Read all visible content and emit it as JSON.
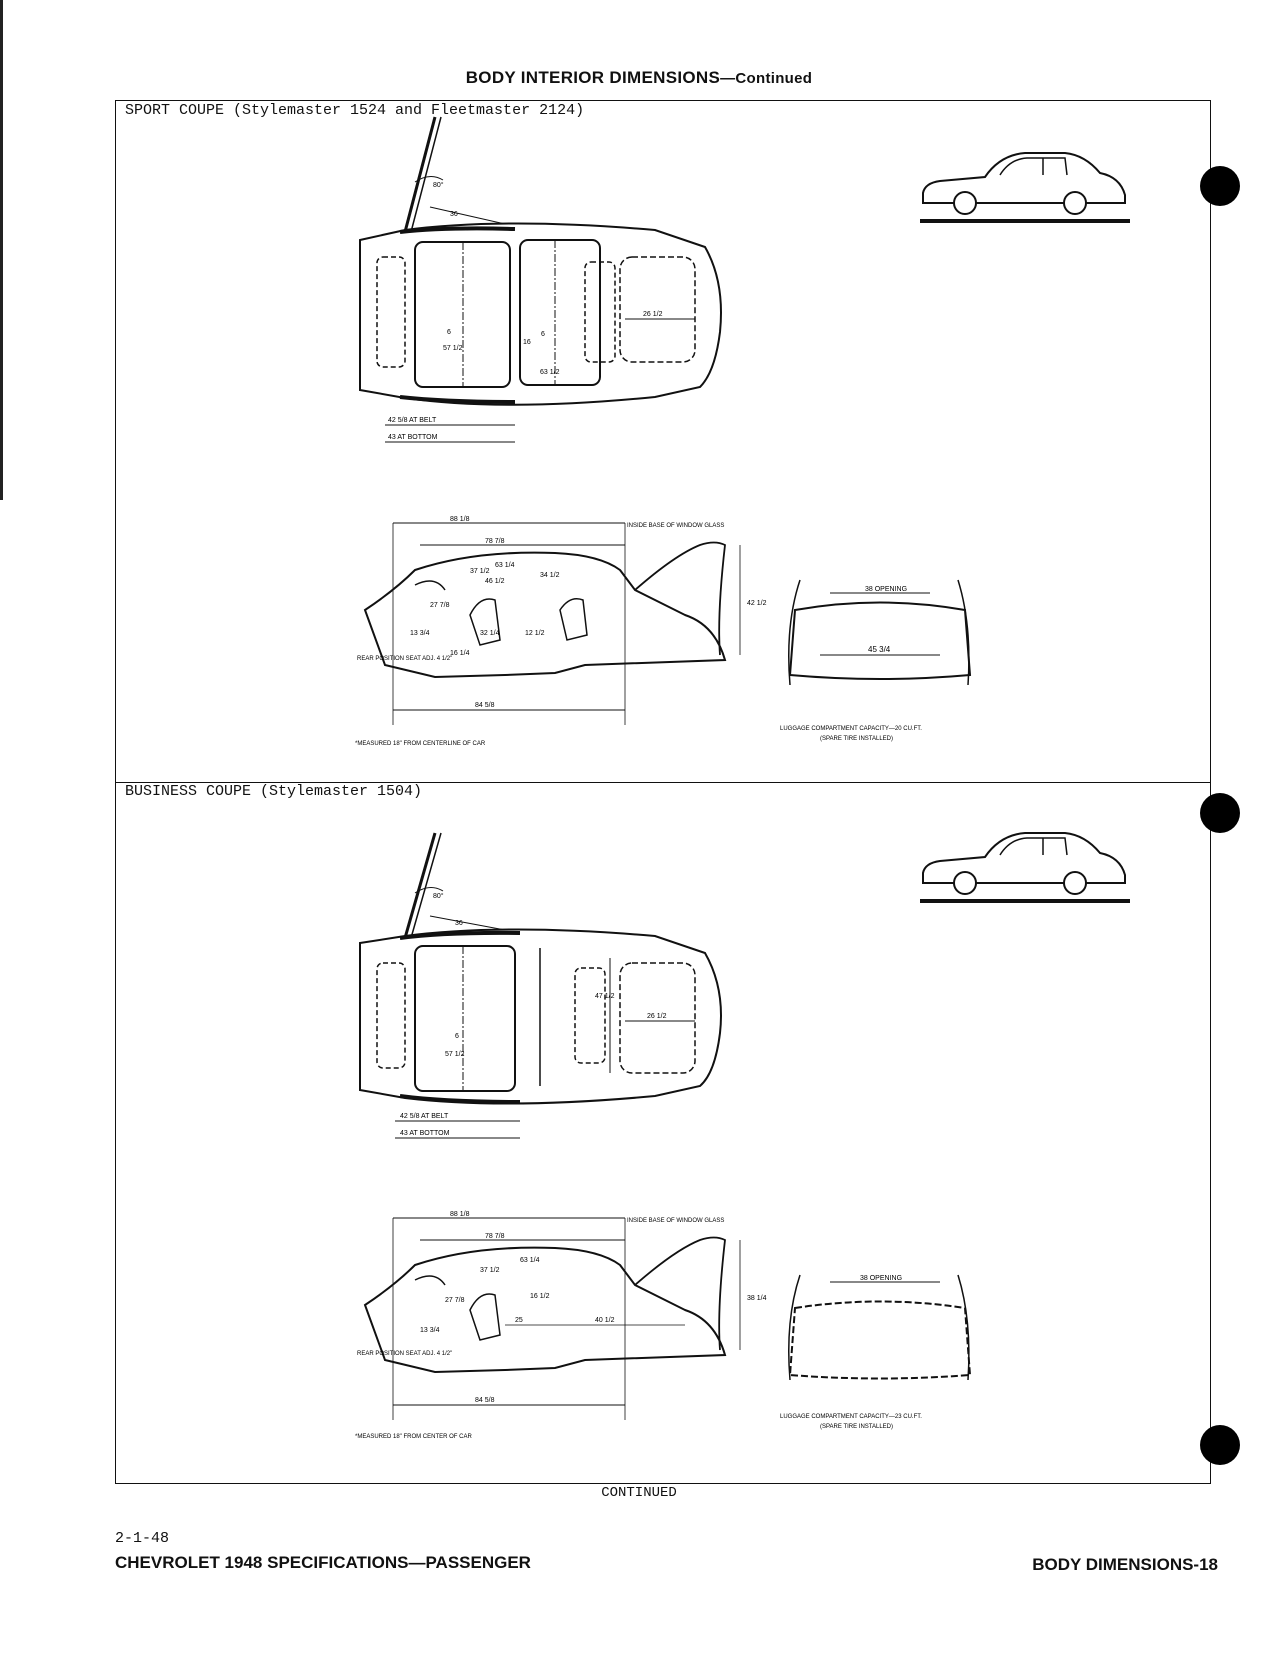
{
  "header": {
    "title": "BODY INTERIOR DIMENSIONS",
    "title_suffix": "—Continued"
  },
  "sections": [
    {
      "heading": "SPORT COUPE (Stylemaster 1524 and Fleetmaster 2124)",
      "plan": {
        "windshield_angle": "80°",
        "windshield": "36",
        "width_at_belt": "42 5/8 AT BELT",
        "width_at_bottom": "43 AT BOTTOM",
        "dims": [
          "6",
          "57 1/2",
          "16",
          "6",
          "63 1/2",
          "26 1/2"
        ]
      },
      "side": {
        "top_overall": "88 1/8",
        "top_inner": "78 7/8",
        "glass_note": "INSIDE BASE OF WINDOW GLASS",
        "bottom_overall": "84 5/8",
        "dims": [
          "37 1/2",
          "63 1/4",
          "46 1/2",
          "34 1/2",
          "27 7/8",
          "13 3/4",
          "32 1/4",
          "12 1/2",
          "16 1/4"
        ],
        "rear_seat_note": "REAR POSITION SEAT ADJ. 4 1/2\"",
        "footnote": "*MEASURED 18\" FROM CENTERLINE OF CAR"
      },
      "luggage": {
        "opening_label": "38 OPENING",
        "width": "45 3/4",
        "height": "42 1/2",
        "capacity": "LUGGAGE COMPARTMENT CAPACITY—20 CU.FT.",
        "spare_note": "(SPARE TIRE INSTALLED)"
      }
    },
    {
      "heading": "BUSINESS COUPE (Stylemaster 1504)",
      "plan": {
        "windshield_angle": "80°",
        "windshield": "36",
        "width_at_belt": "42 5/8 AT BELT",
        "width_at_bottom": "43 AT BOTTOM",
        "dims": [
          "6",
          "57 1/2",
          "47 1/2",
          "26 1/2"
        ]
      },
      "side": {
        "top_overall": "88 1/8",
        "top_inner": "78 7/8",
        "glass_note": "INSIDE BASE OF WINDOW GLASS",
        "bottom_overall": "84 5/8",
        "dims": [
          "63 1/4",
          "37 1/2",
          "27 7/8",
          "13 3/4",
          "16 1/2",
          "40 1/2",
          "25",
          "38 1/4"
        ],
        "rear_seat_note": "REAR POSITION SEAT ADJ. 4 1/2\"",
        "footnote": "*MEASURED 18\" FROM CENTER OF CAR"
      },
      "luggage": {
        "opening_label": "38 OPENING",
        "height": "38 1/4",
        "capacity": "LUGGAGE COMPARTMENT CAPACITY—23 CU.FT.",
        "spare_note": "(SPARE TIRE INSTALLED)"
      }
    }
  ],
  "continued_label": "CONTINUED",
  "footer": {
    "date": "2-1-48",
    "left": "CHEVROLET 1948 SPECIFICATIONS—PASSENGER",
    "right": "BODY DIMENSIONS-18"
  }
}
